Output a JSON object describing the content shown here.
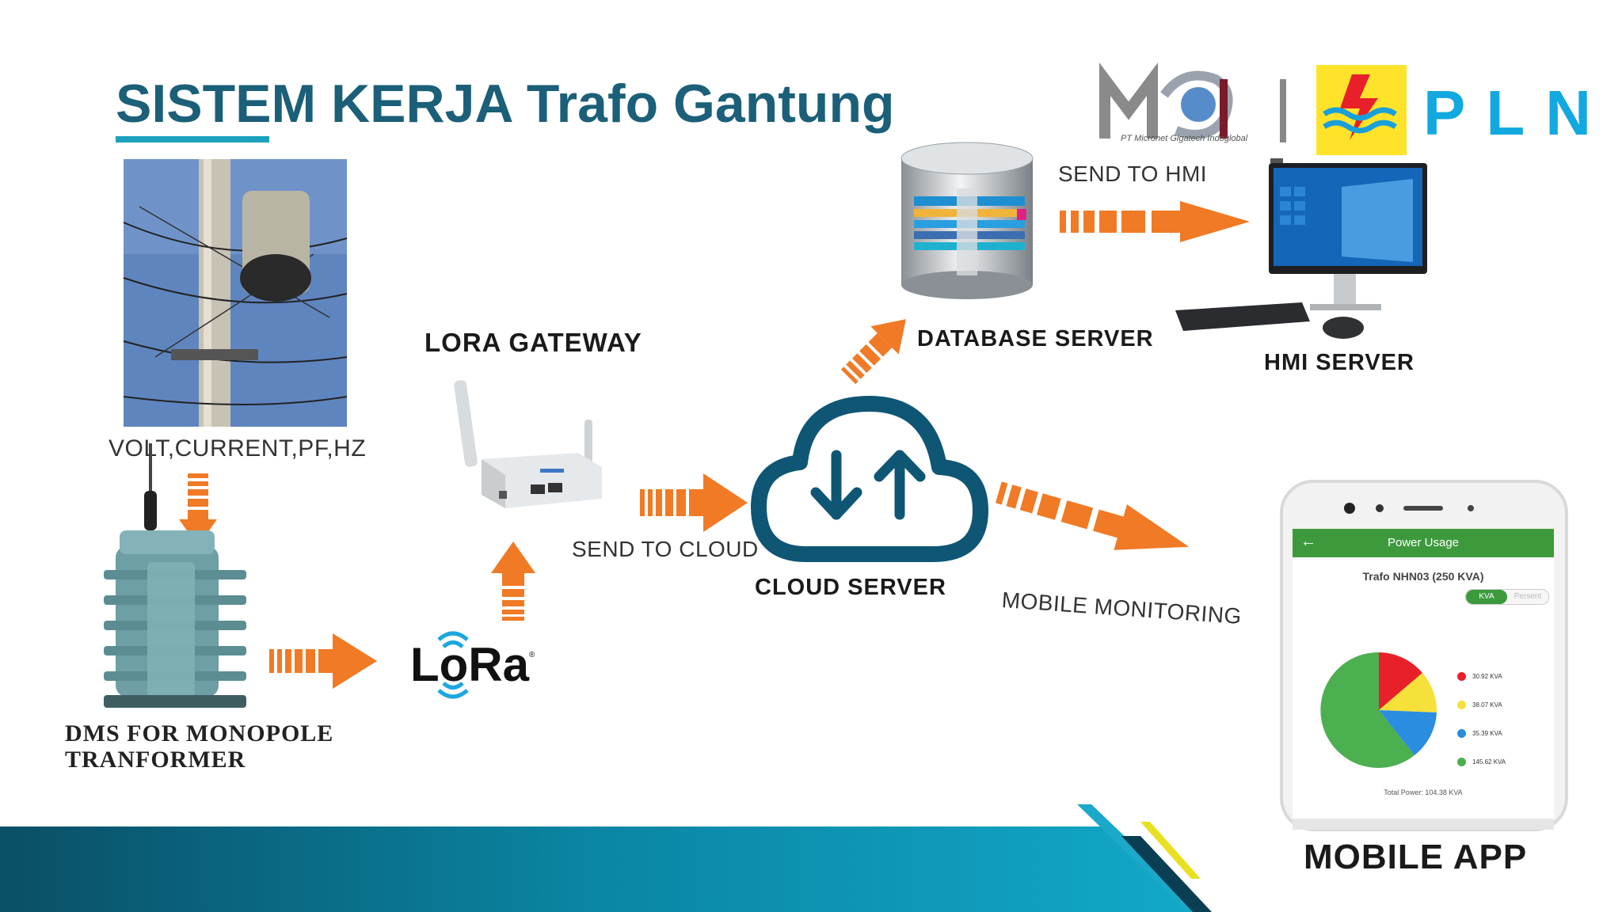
{
  "slide": {
    "title": "SISTEM KERJA Trafo Gantung",
    "logos": {
      "mgi_text": "MGI",
      "mgi_subtitle": "PT Micronet Gigatech Indoglobal",
      "pln_text": "PLN"
    },
    "nodes": {
      "sensor_label": "VOLT,CURRENT,PF,HZ",
      "dms_label_line1": "DMS FOR MONOPOLE",
      "dms_label_line2": "TRANFORMER",
      "lora_logo": "LoRa",
      "lora_gateway": "LORA GATEWAY",
      "send_to_cloud": "SEND TO CLOUD",
      "cloud_server": "CLOUD SERVER",
      "database_server": "DATABASE SERVER",
      "send_to_hmi": "SEND TO HMI",
      "hmi_server": "HMI SERVER",
      "mobile_monitoring": "MOBILE MONITORING",
      "mobile_app": "MOBILE APP"
    },
    "phone": {
      "header": "Power Usage",
      "subtitle": "Trafo NHN03 (250 KVA)",
      "toggle_on": "KVA",
      "toggle_off": "Persent",
      "legend": [
        {
          "label": "30.92 KVA",
          "color": "#e8202a"
        },
        {
          "label": "38.07 KVA",
          "color": "#f6e03a"
        },
        {
          "label": "35.39 KVA",
          "color": "#2a8de0"
        },
        {
          "label": "145.62 KVA",
          "color": "#4caf50"
        }
      ],
      "total": "Total Power: 104.38 KVA"
    },
    "colors": {
      "title": "#1b5f78",
      "arrow": "#f07a26",
      "cloud": "#0f5674",
      "app_green": "#3c9a3c",
      "footer_teal": "#0a8fae",
      "footer_accent": "#e8e020"
    }
  }
}
